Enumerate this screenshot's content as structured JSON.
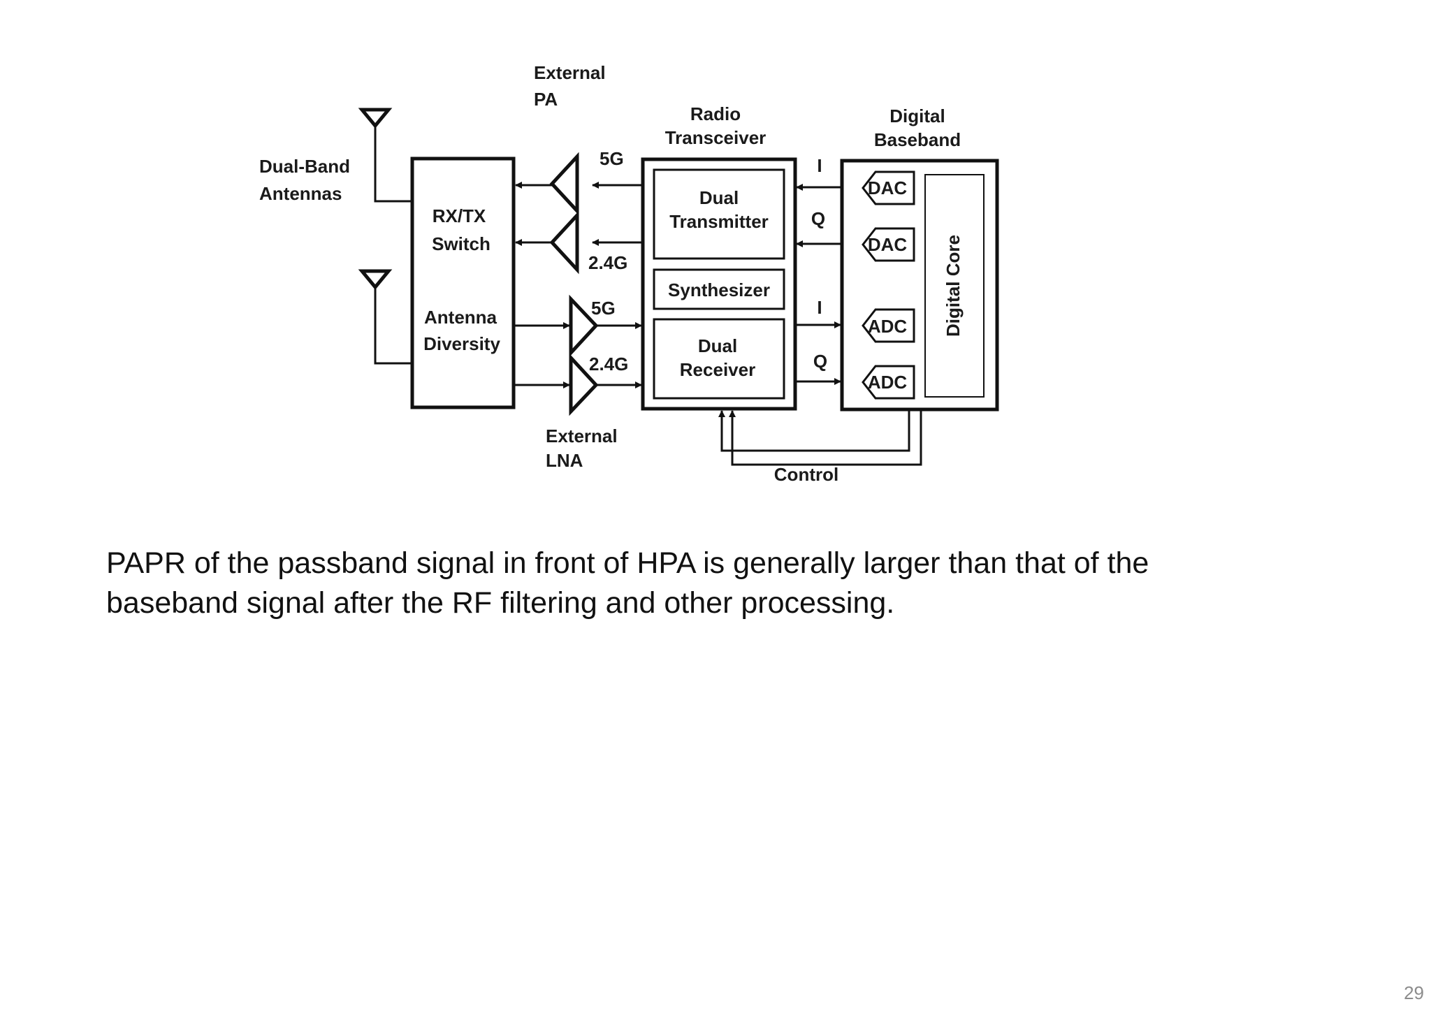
{
  "diagram": {
    "labels": {
      "external_pa": [
        "External",
        "PA"
      ],
      "radio_transceiver": [
        "Radio",
        "Transceiver"
      ],
      "digital_baseband": [
        "Digital",
        "Baseband"
      ],
      "dual_band_antennas": [
        "Dual-Band",
        "Antennas"
      ],
      "rxtx_switch": [
        "RX/TX",
        "Switch"
      ],
      "antenna_diversity": [
        "Antenna",
        "Diversity"
      ],
      "pa_5g": "5G",
      "pa_24g": "2.4G",
      "lna_5g": "5G",
      "lna_24g": "2.4G",
      "external_lna": [
        "External",
        "LNA"
      ],
      "dual_transmitter": [
        "Dual",
        "Transmitter"
      ],
      "synthesizer": "Synthesizer",
      "dual_receiver": [
        "Dual",
        "Receiver"
      ],
      "tx_i": "I",
      "tx_q": "Q",
      "rx_i": "I",
      "rx_q": "Q",
      "dac1": "DAC",
      "dac2": "DAC",
      "adc1": "ADC",
      "adc2": "ADC",
      "digital_core": "Digital Core",
      "control": "Control"
    }
  },
  "caption": {
    "line1": "PAPR of the passband signal in front of HPA is generally larger than that of the",
    "line2": "baseband signal after the RF filtering and other processing."
  },
  "page_number": "29"
}
